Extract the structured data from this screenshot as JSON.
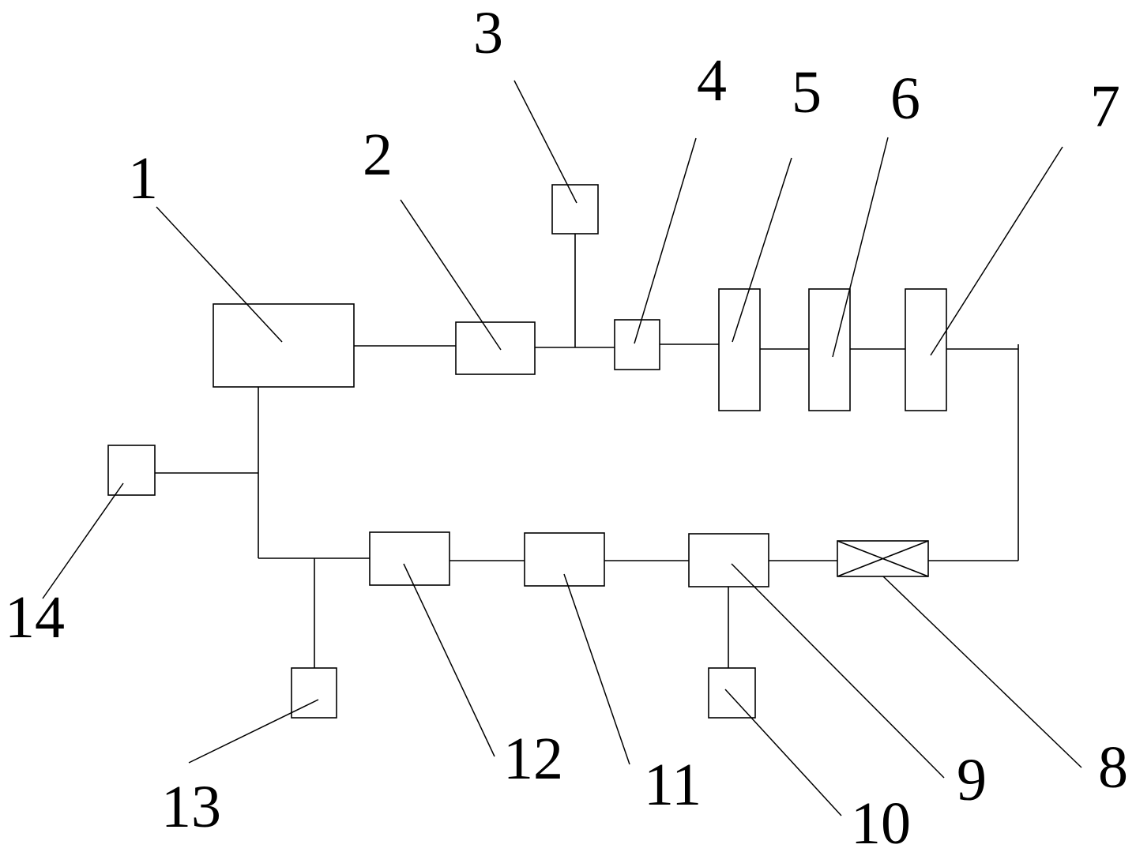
{
  "labels": {
    "n1": "1",
    "n2": "2",
    "n3": "3",
    "n4": "4",
    "n5": "5",
    "n6": "6",
    "n7": "7",
    "n8": "8",
    "n9": "9",
    "n10": "10",
    "n11": "11",
    "n12": "12",
    "n13": "13",
    "n14": "14"
  },
  "colors": {
    "line": "#000000",
    "background": "#ffffff"
  }
}
